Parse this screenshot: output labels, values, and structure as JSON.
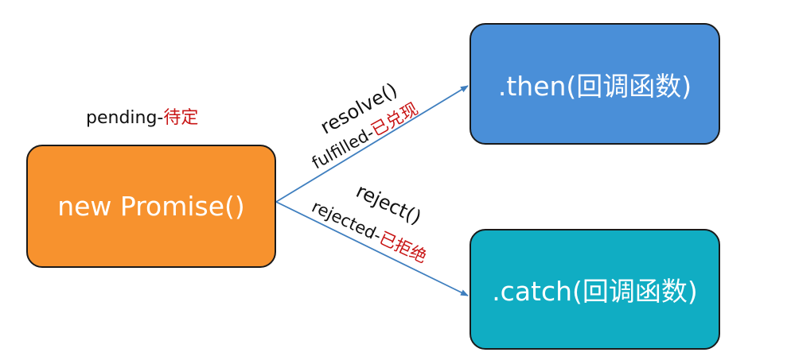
{
  "colors": {
    "promise_box": "#f7922e",
    "then_box": "#4a8fd8",
    "catch_box": "#10adc3",
    "arrow": "#3f7fbf",
    "highlight_text": "#c81414"
  },
  "promise_box": {
    "label": "new Promise()"
  },
  "then_box": {
    "label": ".then(回调函数)"
  },
  "catch_box": {
    "label": ".catch(回调函数)"
  },
  "state_label": {
    "prefix": "pending-",
    "chinese": "待定"
  },
  "resolve_edge": {
    "call": "resolve()",
    "state_prefix": "fulfilled-",
    "state_chinese": "已兑现"
  },
  "reject_edge": {
    "call": "reject()",
    "state_prefix": "rejected-",
    "state_chinese": "已拒绝"
  }
}
